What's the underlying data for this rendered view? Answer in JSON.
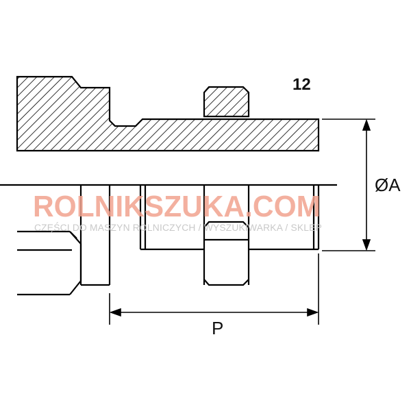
{
  "diagram": {
    "part_code": "12",
    "dimension_diameter": "ØA",
    "dimension_length": "P"
  },
  "watermark": {
    "brand": "ROLNIKSZUKA.COM",
    "tagline": "CZĘŚCI DO MASZYN ROLNICZYCH / WYSZUKIWARKA / SKLEP"
  },
  "colors": {
    "line": "#000000",
    "watermark_brand": "#f2a38f",
    "watermark_tagline": "#c9c9c9"
  }
}
